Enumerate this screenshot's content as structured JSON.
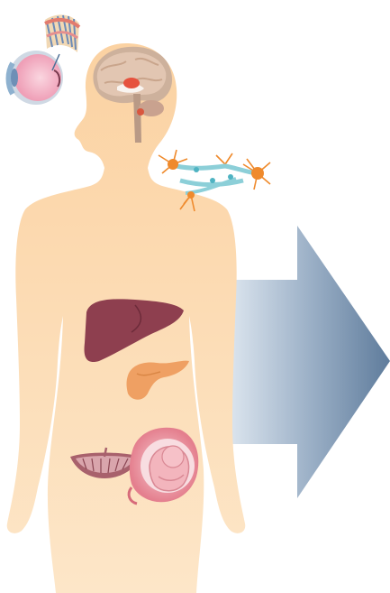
{
  "figure": {
    "background": "#ffffff",
    "arrow": {
      "direction": "right",
      "gradient_start": "#dfe8f1",
      "gradient_end": "#5f7c9c"
    },
    "body": {
      "skin_light": "#fde3c2",
      "skin_main": "#fbd4a5"
    },
    "organs": [
      {
        "id": "eye",
        "color": "#f2c3d2"
      },
      {
        "id": "retina-layers",
        "color": "#e88a8a"
      },
      {
        "id": "brain",
        "color": "#d8b8a0"
      },
      {
        "id": "neurons",
        "color": "#ef8a2c"
      },
      {
        "id": "liver",
        "color": "#8e3f4f"
      },
      {
        "id": "pancreas",
        "color": "#efa063"
      },
      {
        "id": "placenta",
        "color": "#a8616c"
      },
      {
        "id": "uterus-fetus",
        "color": "#e27e8c"
      }
    ]
  }
}
